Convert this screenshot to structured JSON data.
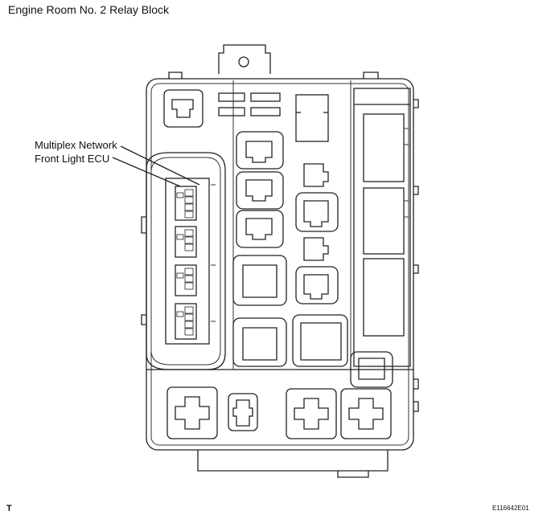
{
  "title": "Engine Room No. 2 Relay Block",
  "callout": {
    "line1": "Multiplex Network",
    "line2": "Front Light ECU"
  },
  "corner_label": "T",
  "figure_id": "E116642E01"
}
